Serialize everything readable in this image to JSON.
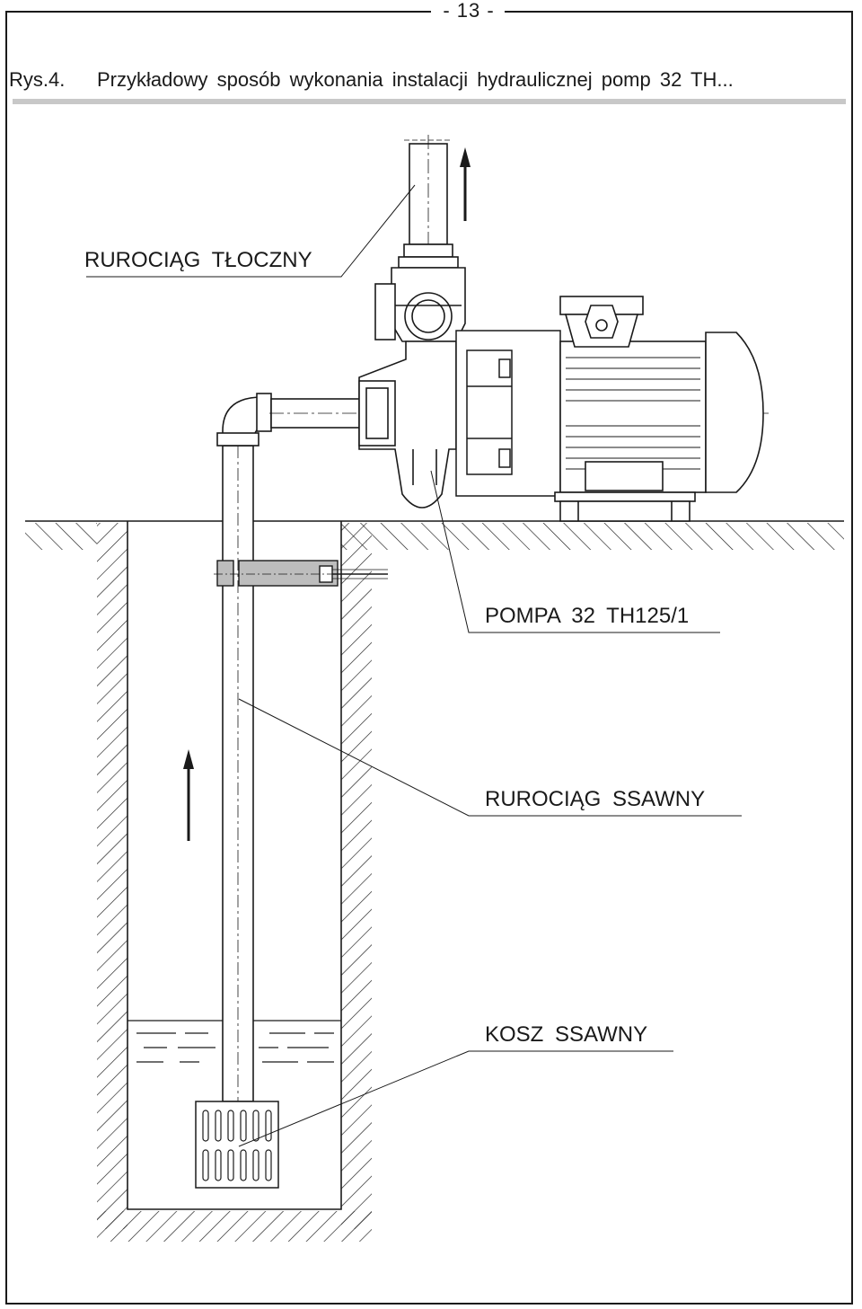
{
  "page": {
    "number": "- 13 -"
  },
  "figure": {
    "label": "Rys.4.",
    "title": "Przykładowy sposób wykonania instalacji hydraulicznej pomp 32 TH..."
  },
  "callouts": {
    "discharge_pipe": "RUROCIĄG TŁOCZNY",
    "pump": "POMPA 32 TH125/1",
    "suction_pipe": "RUROCIĄG SSAWNY",
    "strainer": "KOSZ SSAWNY"
  },
  "colors": {
    "ink": "#1a1a1a",
    "rule": "#c8c8c8",
    "bracket": "#bdbdbd"
  }
}
